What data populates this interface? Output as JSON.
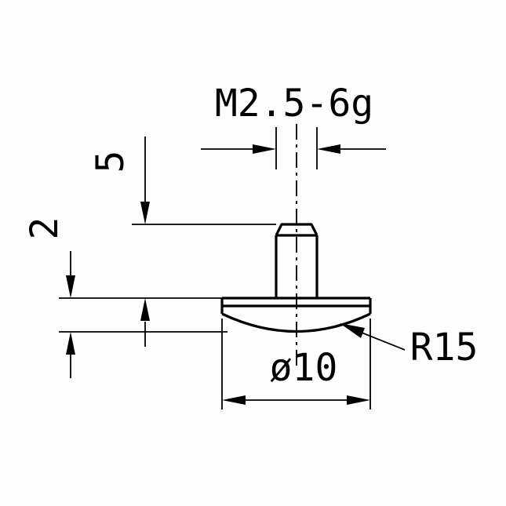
{
  "drawing": {
    "background": "#fdfdfd",
    "line_color": "#000000",
    "type": "technical-dimension-drawing",
    "part": "measuring contact point with threaded stud and curved flange face",
    "labels": {
      "thread_spec": "M2.5-6g",
      "stem_length": "5",
      "flange_thickness": "2",
      "radius": "R15",
      "diameter": "ø10"
    }
  }
}
